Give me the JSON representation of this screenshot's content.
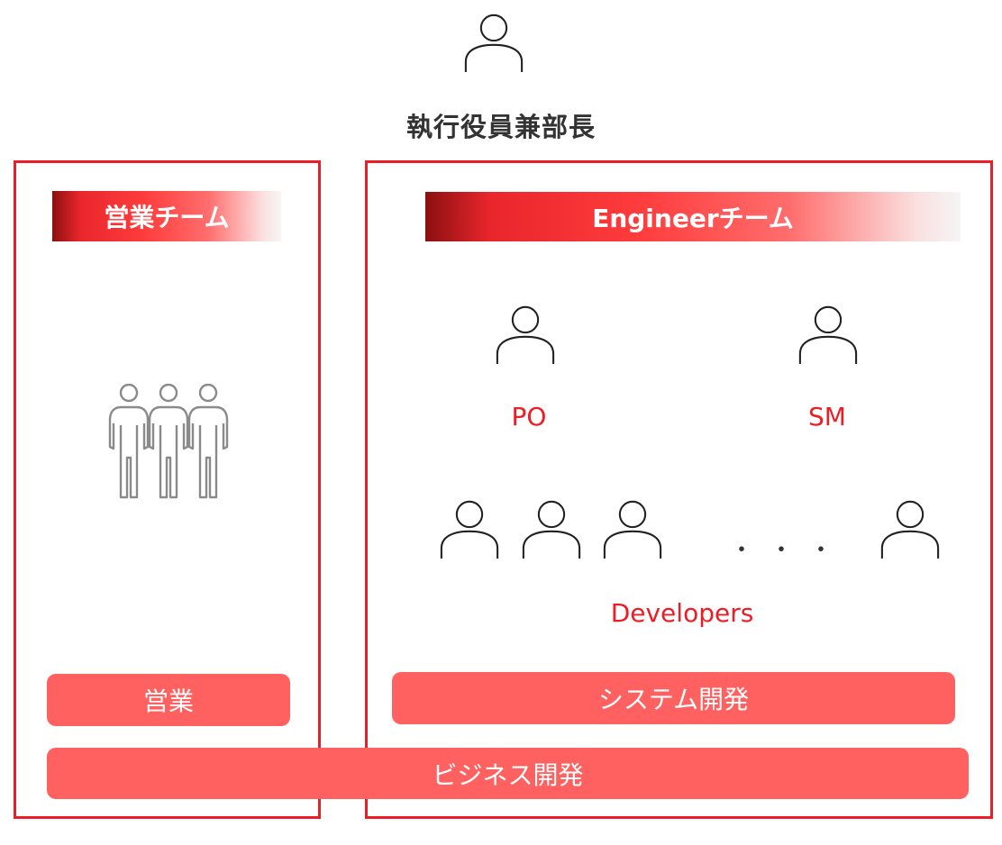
{
  "executive": {
    "title": "執行役員兼部長",
    "icon": "person-icon"
  },
  "sales_team": {
    "header": "営業チーム",
    "icon": "group-of-three-people-icon",
    "function_label": "営業"
  },
  "engineer_team": {
    "header": "Engineerチーム",
    "po_label": "PO",
    "sm_label": "SM",
    "developers_label": "Developers",
    "ellipsis": "・・・",
    "function_label": "システム開発"
  },
  "business_dev_label": "ビジネス開発",
  "colors": {
    "accent_red": "#ee1c25",
    "pill_red": "#ff6161",
    "icon_dark": "#222222",
    "icon_gray": "#8a8a8a"
  }
}
